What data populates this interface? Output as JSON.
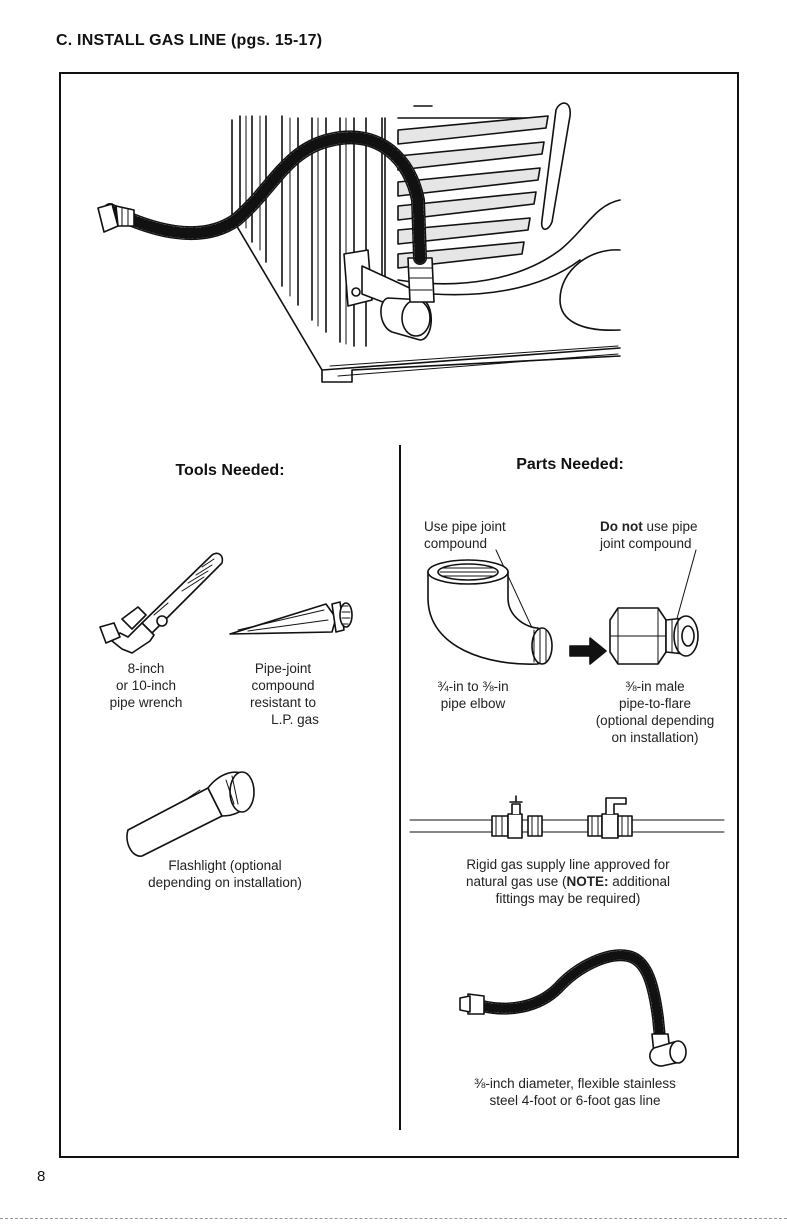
{
  "section": {
    "title": "C. INSTALL GAS LINE (pgs. 15-17)"
  },
  "tools": {
    "heading": "Tools Needed:",
    "wrench": [
      "8-inch",
      "or 10-inch",
      "pipe wrench"
    ],
    "compound": [
      "Pipe-joint",
      "compound",
      "resistant to",
      "L.P. gas"
    ],
    "flashlight": [
      "Flashlight (optional",
      "depending on installation)"
    ]
  },
  "parts": {
    "heading": "Parts Needed:",
    "use_compound": [
      "Use pipe joint",
      "compound"
    ],
    "no_compound": {
      "bold": "Do not",
      "rest": " use pipe",
      "line2": "joint compound"
    },
    "elbow": [
      "¾-in to ⅜-in",
      "pipe elbow"
    ],
    "flare": [
      "⅜-in male",
      "pipe-to-flare",
      "(optional depending",
      "on installation)"
    ],
    "rigid_line": {
      "line1": "Rigid gas supply line approved for",
      "line2_prefix": "natural gas use (",
      "line2_bold": "NOTE:",
      "line2_suffix": " additional",
      "line3": "fittings may be required)"
    },
    "flex_line": [
      "⅜-inch diameter, flexible stainless",
      "steel 4-foot or 6-foot gas line"
    ]
  },
  "page": {
    "number": "8"
  },
  "icons": [
    "dryer-gas-connection-illustration",
    "pipe-wrench-icon",
    "compound-tube-icon",
    "flashlight-icon",
    "pipe-elbow-icon",
    "arrow-right-icon",
    "flare-fitting-icon",
    "rigid-gas-line-icon",
    "flexible-gas-line-icon"
  ]
}
